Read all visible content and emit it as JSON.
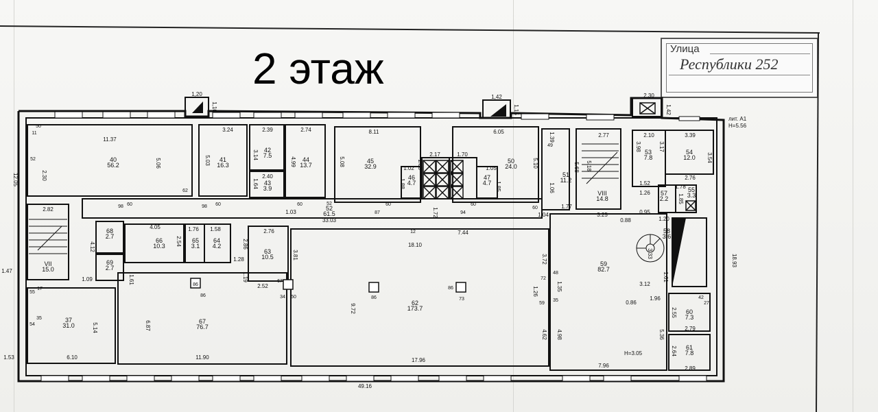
{
  "title": "2 этаж",
  "street_stamp": {
    "label": "Улица",
    "handwritten": "Республики 252"
  },
  "annotation_corner": {
    "lit": "лит. А1",
    "height": "H=5.56"
  },
  "hall_height": "H=3.05",
  "rooms": [
    {
      "id": "r40",
      "num": "40",
      "area": "56.2"
    },
    {
      "id": "r41",
      "num": "41",
      "area": "16.3"
    },
    {
      "id": "r42",
      "num": "42",
      "area": "7.5"
    },
    {
      "id": "r43",
      "num": "43",
      "area": "3.9"
    },
    {
      "id": "r44",
      "num": "44",
      "area": "13.7"
    },
    {
      "id": "r45",
      "num": "45",
      "area": "32.9"
    },
    {
      "id": "r46",
      "num": "46",
      "area": "4.7"
    },
    {
      "id": "r47",
      "num": "47",
      "area": "4.7"
    },
    {
      "id": "r50",
      "num": "50",
      "area": "24.0"
    },
    {
      "id": "r51",
      "num": "51",
      "area": "11.2"
    },
    {
      "id": "r52",
      "num": "52",
      "area": "61.5"
    },
    {
      "id": "r53",
      "num": "53",
      "area": "7.8"
    },
    {
      "id": "r54",
      "num": "54",
      "area": "12.0"
    },
    {
      "id": "r55",
      "num": "55",
      "area": "3.3"
    },
    {
      "id": "r57",
      "num": "57",
      "area": "2.2"
    },
    {
      "id": "r58",
      "num": "58",
      "area": "3.6"
    },
    {
      "id": "r59",
      "num": "59",
      "area": "82.7"
    },
    {
      "id": "r60",
      "num": "60",
      "area": "7.3"
    },
    {
      "id": "r61",
      "num": "61",
      "area": "7.8"
    },
    {
      "id": "r62",
      "num": "62",
      "area": "173.7"
    },
    {
      "id": "r63",
      "num": "63",
      "area": "10.5"
    },
    {
      "id": "r64",
      "num": "64",
      "area": "4.2"
    },
    {
      "id": "r65",
      "num": "65",
      "area": "3.1"
    },
    {
      "id": "r66",
      "num": "66",
      "area": "10.3"
    },
    {
      "id": "r67",
      "num": "67",
      "area": "76.7"
    },
    {
      "id": "r68",
      "num": "68",
      "area": "2.7"
    },
    {
      "id": "r69",
      "num": "69",
      "area": "2.7"
    },
    {
      "id": "r37",
      "num": "37",
      "area": "31.0"
    },
    {
      "id": "rVII_right",
      "num": "VIII",
      "area": "14.8"
    },
    {
      "id": "rVII_left",
      "num": "VII",
      "area": "15.0"
    }
  ],
  "dimensions": {
    "overall_width": "49.16",
    "overall_depth": "18.93",
    "left_depth": "12.05",
    "d_11_37": "11.37",
    "d_3_24": "3.24",
    "d_2_39": "2.39",
    "d_2_74": "2.74",
    "d_8_11": "8.11",
    "d_6_05": "6.05",
    "d_2_77": "2.77",
    "d_2_10": "2.10",
    "d_3_39": "3.39",
    "d_33_03": "33.03",
    "d_18_10": "18.10",
    "d_7_44": "7.44",
    "d_17_96": "17.96",
    "d_11_90": "11.90",
    "d_6_10": "6.10",
    "d_7_96": "7.96",
    "d_9_72": "9.72",
    "d_6_87": "6.87",
    "d_5_14": "5.14",
    "d_4_05": "4.05",
    "d_2_76": "2.76",
    "d_2_82": "2.82",
    "d_1_20": "1,20",
    "d_1_42": "1,42",
    "d_2_30": "2,30",
    "d_1_10": "1,10",
    "d_1_15": "1,15",
    "d_1_42b": "1,42",
    "d_3_72": "3.72",
    "d_4_62": "4.62",
    "d_4_98": "4.98",
    "d_5_36": "5.36",
    "d_2_89": "2.89",
    "d_2_79": "2.79",
    "d_3_12": "3.12",
    "d_1_96": "1.96",
    "d_3_25": "3.25",
    "d_1_77": "1.77",
    "d_5_06": "5.06",
    "d_5_03": "5.03",
    "d_5_08": "5.08",
    "d_5_10": "5.10",
    "d_4_99": "4.99",
    "d_2_30b": "2.30",
    "d_3_14": "3.14",
    "d_2_40": "2.40",
    "d_1_64": "1.64",
    "d_1_03": "1.03",
    "d_1_72": "1.72",
    "d_1_04": "1.04",
    "d_0_88": "0.88",
    "d_0_95": "0.95",
    "d_1_28": "1.28",
    "d_1_47": "1.47",
    "d_1_53": "1.53",
    "d_1_09": "1.09",
    "d_1_61": "1.61",
    "d_1_19": "1.19",
    "d_2_52": "2.52",
    "d_2_86": "2.86",
    "d_3_81": "3.81",
    "d_4_12": "4.12",
    "d_2_54": "2.54",
    "d_1_76": "1.76",
    "d_1_58": "1.58",
    "d_1_26": "1.26",
    "d_1_35": "1.35",
    "d_1_61b": "1.61",
    "d_3_33": "3.33",
    "d_0_86": "0.86",
    "d_2_55": "2.55",
    "d_2_64": "2.64",
    "d_1_52": "1.52",
    "d_1_26b": "1.26",
    "d_2_76b": "2.76",
    "d_1_78": "1.78",
    "d_1_85": "1.85",
    "d_1_20b": "1.20",
    "d_3_98": "3.98",
    "d_3_54": "3.54",
    "d_5_68": "5.68",
    "d_1_06": "1.06",
    "d_1_39": "1.39",
    "d_5_18": "5.18",
    "d_2_17": "2.17",
    "d_1_70": "1.70",
    "d_1_88": "1.88",
    "d_1_02": "1.02",
    "d_1_05": "1.05",
    "d_1_85b": "1.85",
    "d_1_03b": "1.03",
    "d_3_17": "3.17"
  },
  "marks": {
    "m_98a": "98",
    "m_60a": "60",
    "m_98b": "98",
    "m_60b": "60",
    "m_52": "52",
    "m_60c": "60",
    "m_87": "87",
    "m_94": "94",
    "m_60d": "60",
    "m_60e": "60",
    "m_60f": "60",
    "m_86a": "86",
    "m_86b": "86",
    "m_86c": "86",
    "m_86d": "86",
    "m_73": "73",
    "m_12": "12",
    "m_72": "72",
    "m_59": "59",
    "m_48": "48",
    "m_35": "35",
    "m_34": "34",
    "m_50": "50",
    "m_67": "67",
    "m_55": "55",
    "m_17": "17",
    "m_54": "54",
    "m_35b": "35",
    "m_11": "11",
    "m_50b": "50",
    "m_52b": "52",
    "m_62": "62",
    "m_49": "49",
    "m_42": "42",
    "m_27": "27"
  }
}
